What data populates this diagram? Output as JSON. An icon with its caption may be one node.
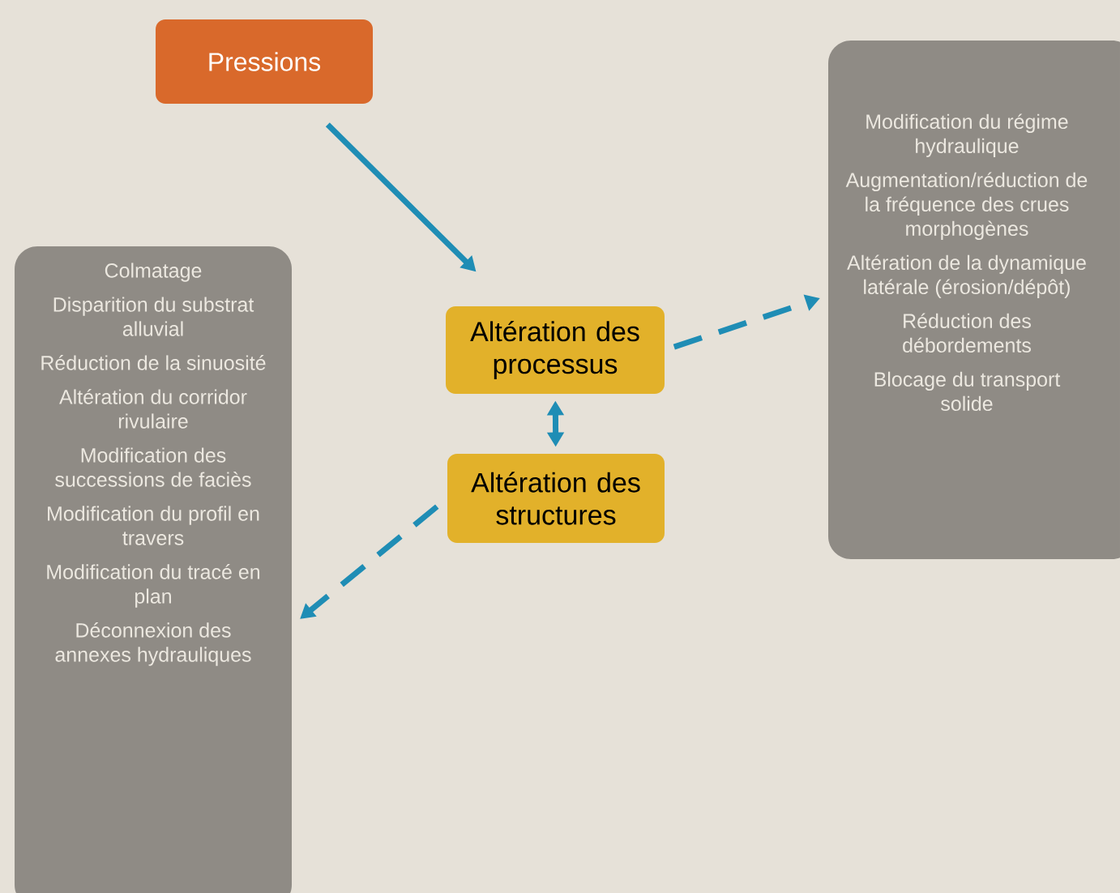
{
  "diagram": {
    "nodes": [
      {
        "text": [
          "Pressions"
        ]
      },
      {
        "text": [
          "Altération des processus"
        ]
      },
      {
        "text": [
          "Altération des structures"
        ]
      },
      {
        "text": [
          "Modification du régime hydraulique",
          "Augmentation/réduction de la fréquence des crues morphogènes",
          "Altération de la dynamique latérale (érosion/dépôt)",
          "Réduction des débordements",
          "Blocage du transport solide"
        ]
      },
      {
        "text": [
          "Colmatage",
          "Disparition du substrat alluvial",
          "Réduction de la sinuosité",
          "Altération du corridor rivulaire",
          "Modification des successions de faciès",
          "Modification du profil en travers",
          "Modification du tracé en plan",
          "Déconnexion des annexes hydrauliques"
        ]
      }
    ],
    "edges": [
      {
        "from": 0,
        "to": 1,
        "arrow": "to"
      },
      {
        "from": 1,
        "to": 2,
        "arrow": "both"
      },
      {
        "from": 1,
        "to": 3,
        "arrow": "to",
        "style": "dashed"
      },
      {
        "from": 2,
        "to": 4,
        "arrow": "to",
        "style": "dashed"
      }
    ]
  }
}
